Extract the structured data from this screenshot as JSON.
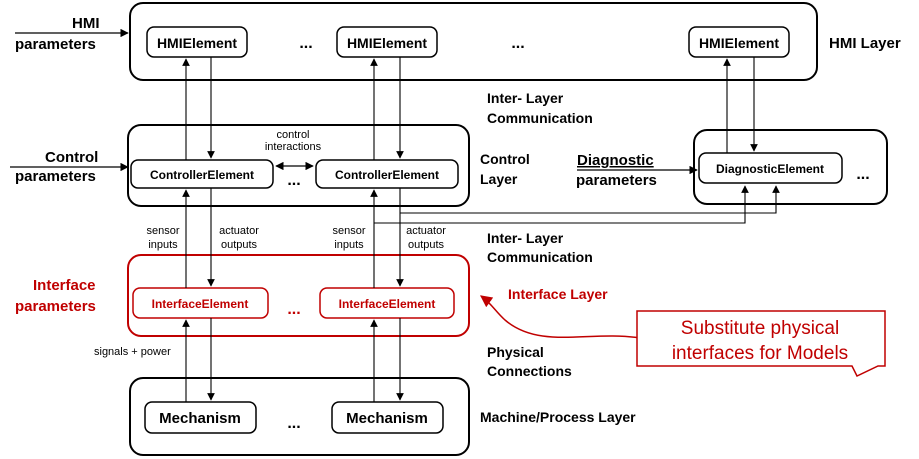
{
  "colors": {
    "black": "#000000",
    "red": "#c00000",
    "white": "#ffffff"
  },
  "hmi": {
    "params_line1": "HMI",
    "params_line2": "parameters",
    "element_label": "HMIElement",
    "dots": "...",
    "layer_label": "HMI  Layer"
  },
  "inter_layer_1": {
    "line1": "Inter- Layer",
    "line2": "Communication"
  },
  "control": {
    "params_line1": "Control",
    "params_line2": "parameters",
    "element_label": "ControllerElement",
    "dots": "...",
    "interactions_line1": "control",
    "interactions_line2": "interactions",
    "layer_line1": "Control",
    "layer_line2": "Layer"
  },
  "diagnostic": {
    "params_line1": "Diagnostic",
    "params_line2": "parameters",
    "element_label": "DiagnosticElement",
    "dots": "..."
  },
  "io_labels": {
    "sensor_line1": "sensor",
    "sensor_line2": "inputs",
    "actuator_line1": "actuator",
    "actuator_line2": "outputs"
  },
  "inter_layer_2": {
    "line1": "Inter- Layer",
    "line2": "Communication"
  },
  "interface": {
    "params_line1": "Interface",
    "params_line2": "parameters",
    "element_label": "InterfaceElement",
    "dots": "...",
    "layer_label": "Interface  Layer"
  },
  "callout": {
    "line1": "Substitute physical",
    "line2": "interfaces for Models"
  },
  "physical": {
    "signals_label": "signals + power",
    "line1": "Physical",
    "line2": "Connections"
  },
  "mechanism": {
    "element_label": "Mechanism",
    "dots": "...",
    "layer_label": "Machine/Process  Layer"
  }
}
